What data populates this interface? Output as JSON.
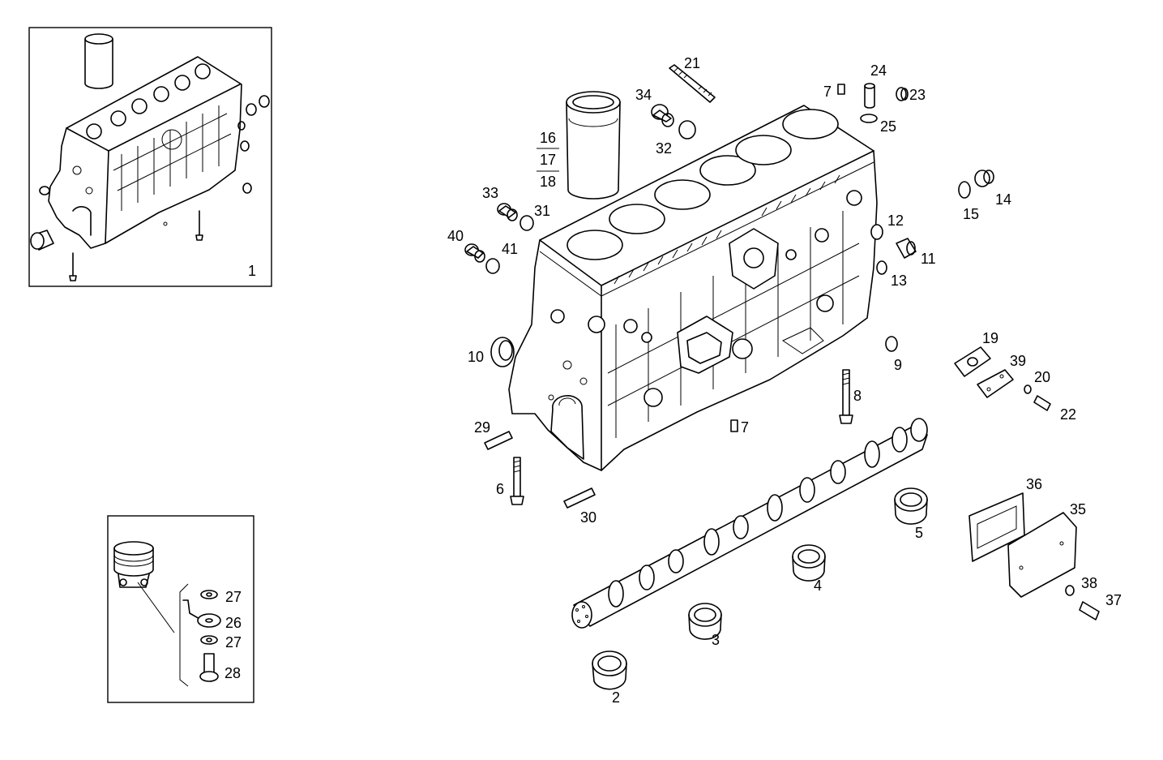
{
  "diagram": {
    "labels": {
      "p1": "1",
      "p2": "2",
      "p3": "3",
      "p4": "4",
      "p5": "5",
      "p6": "6",
      "p7a": "7",
      "p7b": "7",
      "p8": "8",
      "p9": "9",
      "p10": "10",
      "p11": "11",
      "p12": "12",
      "p13": "13",
      "p14": "14",
      "p15": "15",
      "p16": "16",
      "p17": "17",
      "p18": "18",
      "p19": "19",
      "p20": "20",
      "p21": "21",
      "p22": "22",
      "p23": "23",
      "p24": "24",
      "p25": "25",
      "p26": "26",
      "p27a": "27",
      "p27b": "27",
      "p28": "28",
      "p29": "29",
      "p30": "30",
      "p31": "31",
      "p32": "32",
      "p33": "33",
      "p34": "34",
      "p35": "35",
      "p36": "36",
      "p37": "37",
      "p38": "38",
      "p39": "39",
      "p40": "40",
      "p41": "41"
    }
  }
}
